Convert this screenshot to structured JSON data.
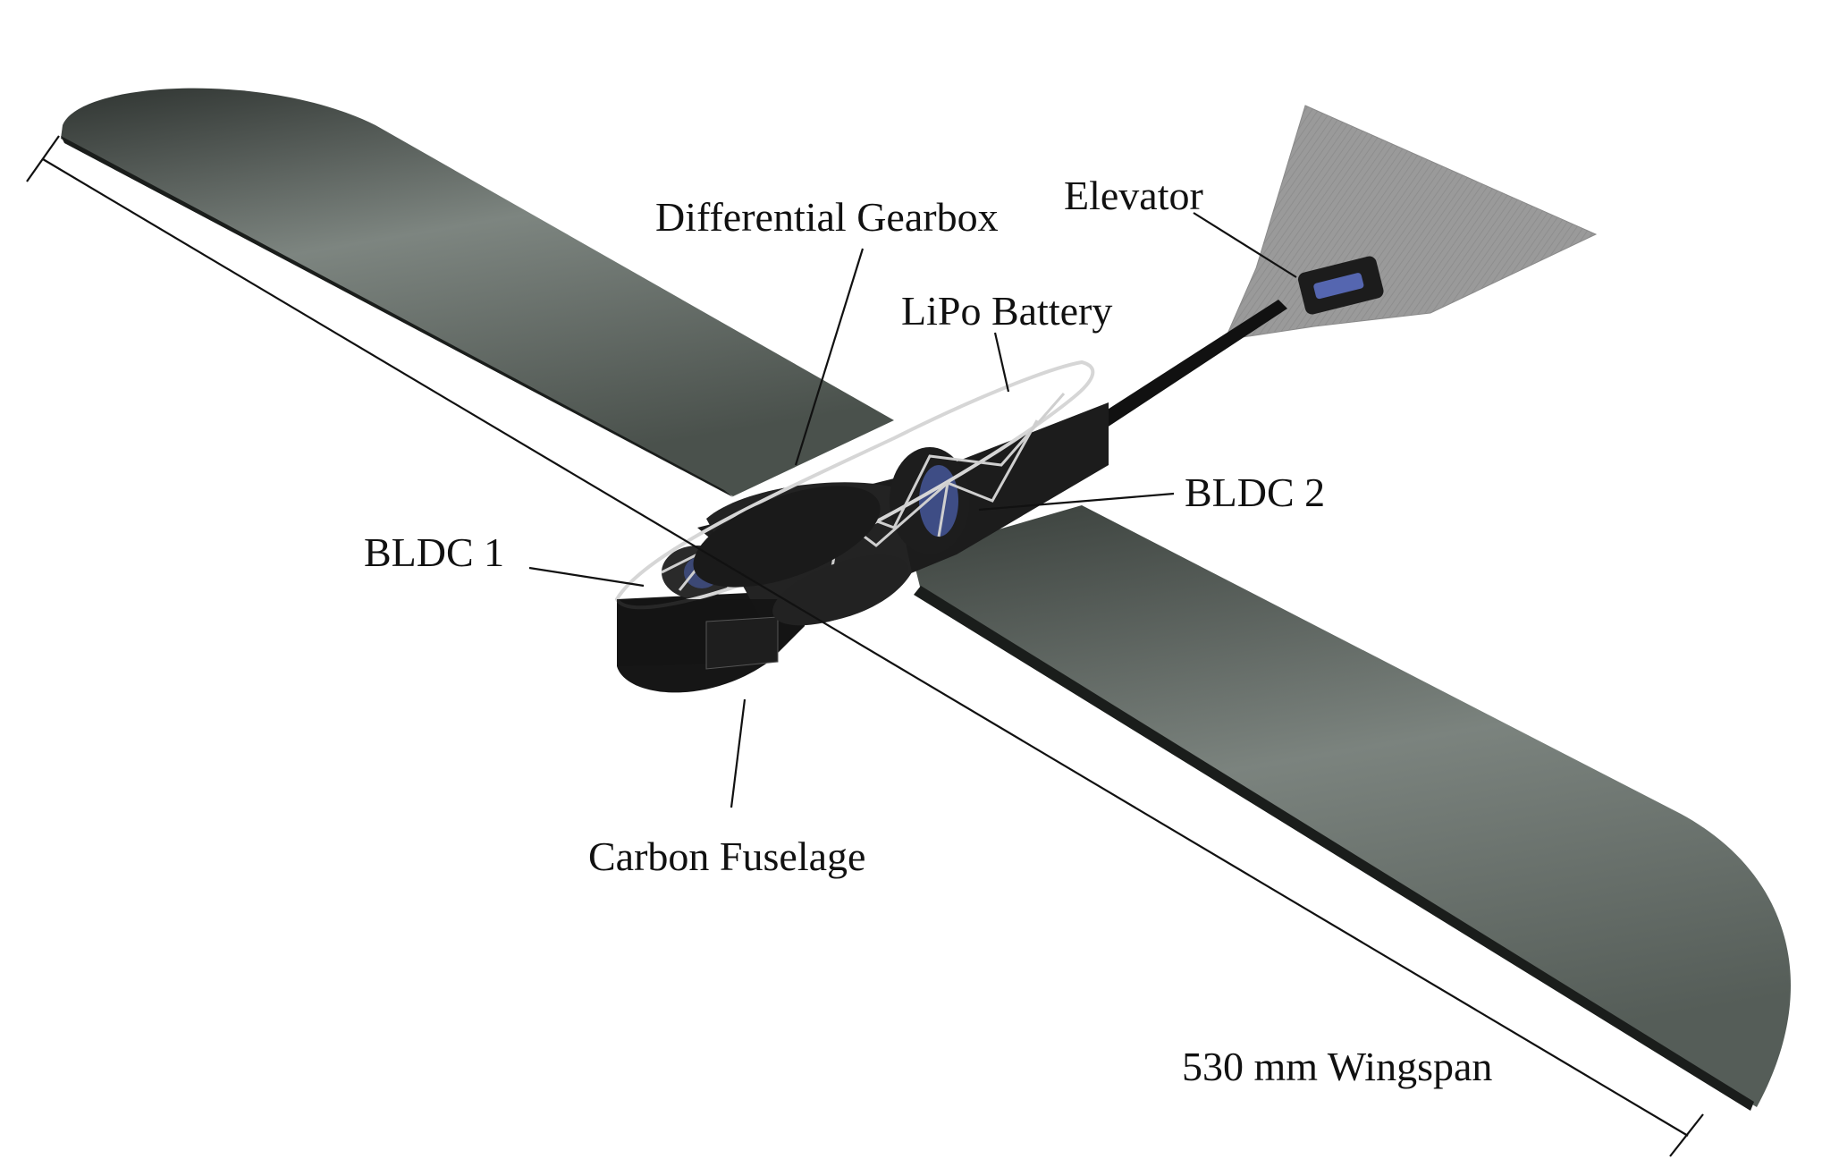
{
  "figure": {
    "labels": {
      "differential_gearbox": "Differential Gearbox",
      "elevator": "Elevator",
      "lipo_battery": "LiPo Battery",
      "bldc_2": "BLDC 2",
      "bldc_1": "BLDC 1",
      "carbon_fuselage": "Carbon Fuselage",
      "wingspan": "530 mm Wingspan"
    },
    "colors": {
      "wing_light": "#7d8580",
      "wing_mid": "#5a625d",
      "wing_dark": "#2f3431",
      "frame": "#1c1c1c",
      "frame_edge": "#cfcfcf",
      "motor_accent": "#4a5ea8",
      "elevator": "#9c9c9c",
      "leader_line": "#111111"
    }
  }
}
